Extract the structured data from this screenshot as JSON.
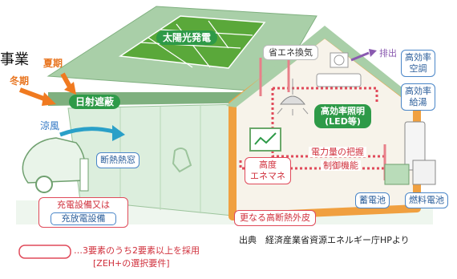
{
  "title_fragment": "事業",
  "labels": {
    "summer": "夏期",
    "winter": "冬期",
    "solar": "太陽光発電",
    "shade": "日射遮蔽",
    "ventilation": "省エネ換気",
    "exhaust": "排出",
    "aircon": "高効率\n空調",
    "water_heater": "高効率\n給湯",
    "lighting": "高効率照明\n(LED等)",
    "breeze": "涼風",
    "window": "断熱熱窓",
    "power_monitor": "電力量の把握",
    "hems": "高度\nエネマネ",
    "control": "制御機能",
    "storage_battery": "蓄電池",
    "fuel_cell": "燃料電池",
    "charger": "充電設備又は",
    "discharger": "充放電設備",
    "insulation": "更なる高断熱外皮",
    "legend_line1": "…3要素のうち2要素以上を採用",
    "legend_line2": "[ZEH+の選択要件]",
    "source": "出典　経済産業省資源エネルギー庁HPより"
  },
  "colors": {
    "roof": "#a9cfa8",
    "wall": "#dceedd",
    "solar_panel": "#5aa83a",
    "accent_red": "#e04a5a",
    "accent_blue": "#4a86c8",
    "accent_green": "#2e9a48",
    "arrow_orange": "#f07a20",
    "frame_orange": "#f0a040"
  }
}
